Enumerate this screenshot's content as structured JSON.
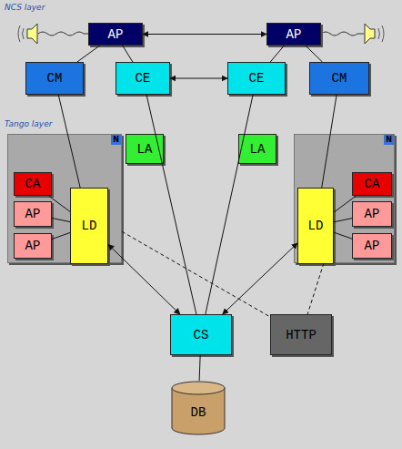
{
  "diagram": {
    "nodes": [
      {
        "text": [
          "AP"
        ]
      },
      {
        "text": [
          "AP"
        ]
      },
      {
        "text": [
          "CM"
        ]
      },
      {
        "text": [
          "CE"
        ]
      },
      {
        "text": [
          "CE"
        ]
      },
      {
        "text": [
          "CM"
        ]
      },
      {
        "text": [
          "N"
        ]
      },
      {
        "text": [
          "CA"
        ],
        "in": 6
      },
      {
        "text": [
          "AP"
        ],
        "in": 6
      },
      {
        "text": [
          "AP"
        ],
        "in": 6
      },
      {
        "text": [
          "LD"
        ],
        "in": 6
      },
      {
        "text": [
          "LA"
        ]
      },
      {
        "text": [
          "LA"
        ]
      },
      {
        "text": [
          "N"
        ]
      },
      {
        "text": [
          "LD"
        ],
        "in": 13
      },
      {
        "text": [
          "CA"
        ],
        "in": 13
      },
      {
        "text": [
          "AP"
        ],
        "in": 13
      },
      {
        "text": [
          "AP"
        ],
        "in": 13
      },
      {
        "text": [
          "CS"
        ]
      },
      {
        "text": [
          "HTTP"
        ]
      },
      {
        "text": [
          "DB"
        ]
      }
    ],
    "edges": [
      {
        "from": 0,
        "to": 1,
        "arrow": "both"
      },
      {
        "from": 0,
        "to": 2,
        "arrow": "none"
      },
      {
        "from": 0,
        "to": 3,
        "arrow": "none"
      },
      {
        "from": 1,
        "to": 4,
        "arrow": "none"
      },
      {
        "from": 1,
        "to": 5,
        "arrow": "none"
      },
      {
        "from": 3,
        "to": 4,
        "arrow": "both"
      },
      {
        "from": 2,
        "to": 10,
        "arrow": "none"
      },
      {
        "from": 5,
        "to": 14,
        "arrow": "none"
      },
      {
        "from": 7,
        "to": 10,
        "arrow": "none"
      },
      {
        "from": 8,
        "to": 10,
        "arrow": "none"
      },
      {
        "from": 9,
        "to": 10,
        "arrow": "none"
      },
      {
        "from": 14,
        "to": 15,
        "arrow": "none"
      },
      {
        "from": 14,
        "to": 16,
        "arrow": "none"
      },
      {
        "from": 14,
        "to": 17,
        "arrow": "none"
      },
      {
        "from": 10,
        "to": 18,
        "arrow": "both"
      },
      {
        "from": 14,
        "to": 18,
        "arrow": "both"
      },
      {
        "from": 3,
        "to": 18,
        "arrow": "none"
      },
      {
        "from": 4,
        "to": 18,
        "arrow": "none"
      },
      {
        "from": 6,
        "to": 19,
        "arrow": "none"
      },
      {
        "from": 13,
        "to": 19,
        "arrow": "none"
      },
      {
        "from": 18,
        "to": 20,
        "arrow": "none"
      }
    ],
    "labels": [
      "NCS layer",
      "Tango layer"
    ]
  }
}
